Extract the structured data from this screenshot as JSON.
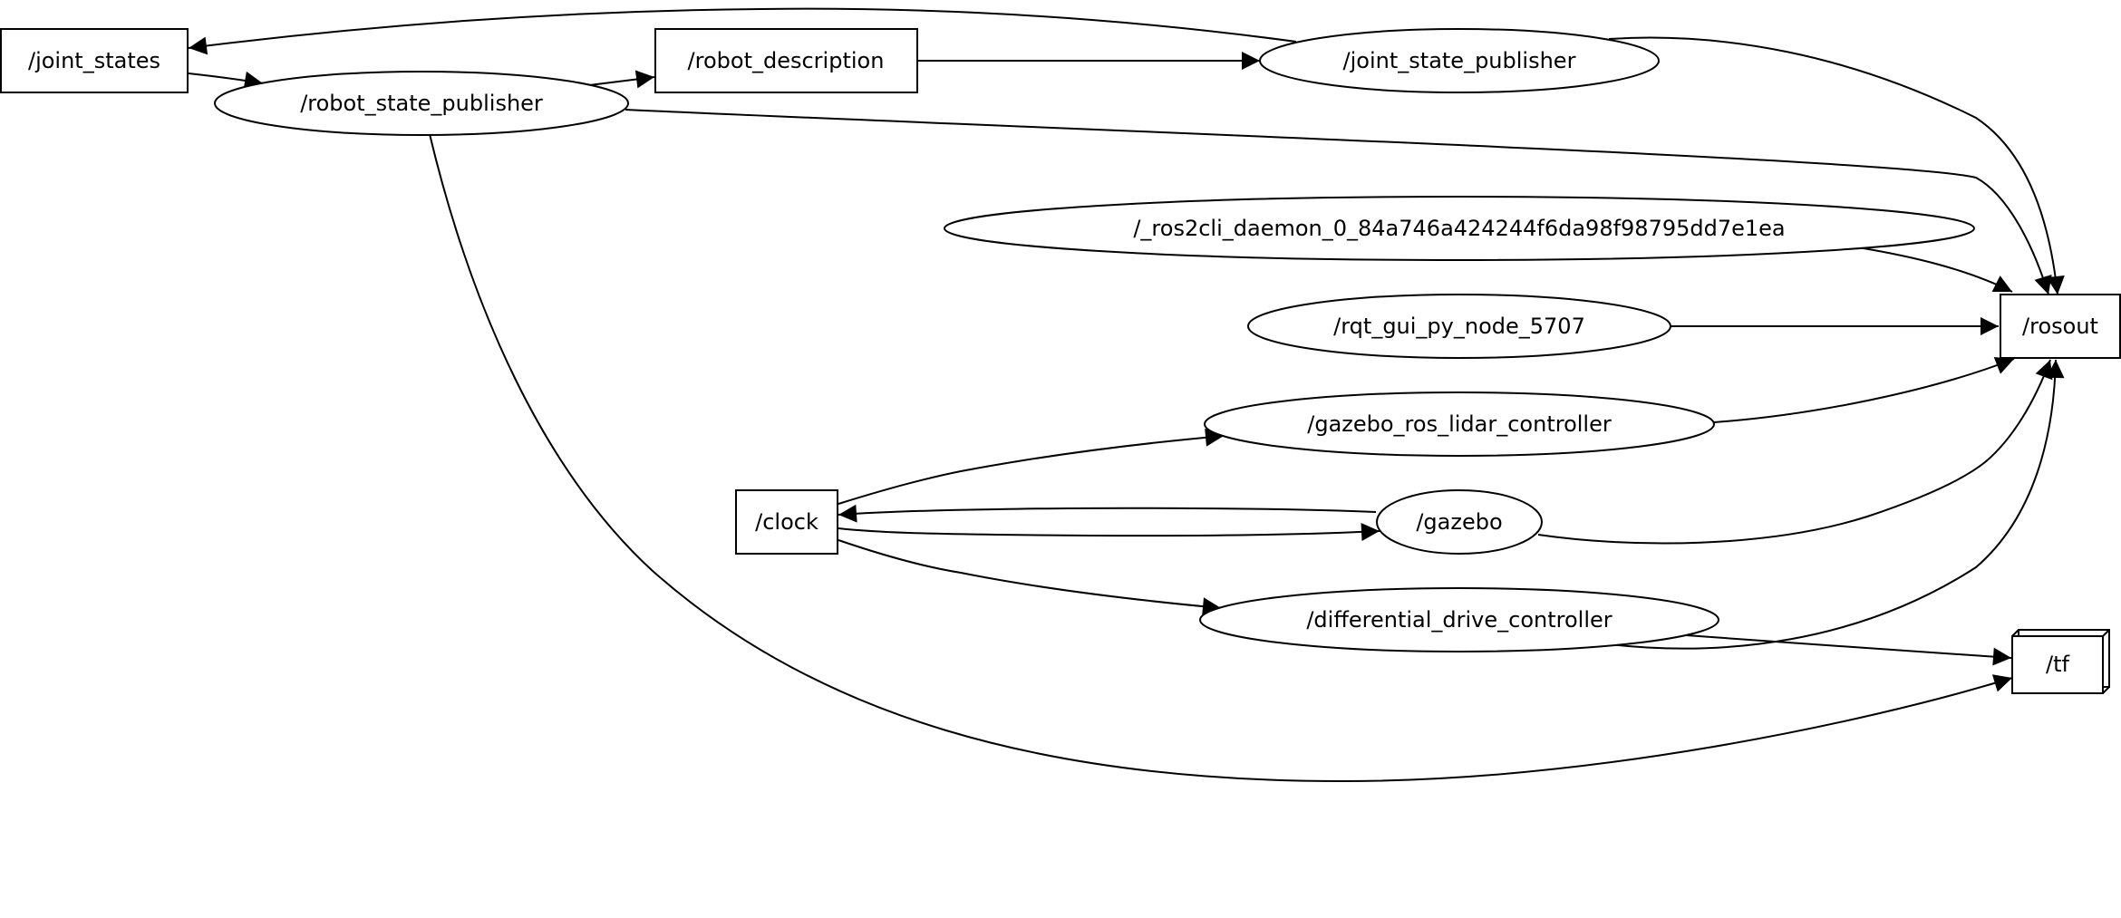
{
  "graph": {
    "nodes": [
      {
        "id": "joint_states",
        "label": "/joint_states",
        "kind": "topic"
      },
      {
        "id": "robot_state_publisher",
        "label": "/robot_state_publisher",
        "kind": "node"
      },
      {
        "id": "robot_description",
        "label": "/robot_description",
        "kind": "topic"
      },
      {
        "id": "joint_state_publisher",
        "label": "/joint_state_publisher",
        "kind": "node"
      },
      {
        "id": "ros2cli_daemon",
        "label": "/_ros2cli_daemon_0_84a746a424244f6da98f98795dd7e1ea",
        "kind": "node"
      },
      {
        "id": "rqt_gui",
        "label": "/rqt_gui_py_node_5707",
        "kind": "node"
      },
      {
        "id": "rosout",
        "label": "/rosout",
        "kind": "topic"
      },
      {
        "id": "gazebo_lidar",
        "label": "/gazebo_ros_lidar_controller",
        "kind": "node"
      },
      {
        "id": "clock",
        "label": "/clock",
        "kind": "topic"
      },
      {
        "id": "gazebo",
        "label": "/gazebo",
        "kind": "node"
      },
      {
        "id": "diff_drive",
        "label": "/differential_drive_controller",
        "kind": "node"
      },
      {
        "id": "tf",
        "label": "/tf",
        "kind": "topic-group"
      }
    ],
    "edges": [
      {
        "from": "joint_state_publisher",
        "to": "joint_states"
      },
      {
        "from": "joint_states",
        "to": "robot_state_publisher"
      },
      {
        "from": "robot_state_publisher",
        "to": "robot_description"
      },
      {
        "from": "robot_description",
        "to": "joint_state_publisher"
      },
      {
        "from": "joint_state_publisher",
        "to": "rosout"
      },
      {
        "from": "robot_state_publisher",
        "to": "rosout"
      },
      {
        "from": "robot_state_publisher",
        "to": "tf"
      },
      {
        "from": "ros2cli_daemon",
        "to": "rosout"
      },
      {
        "from": "rqt_gui",
        "to": "rosout"
      },
      {
        "from": "gazebo_lidar",
        "to": "rosout"
      },
      {
        "from": "clock",
        "to": "gazebo_lidar"
      },
      {
        "from": "gazebo",
        "to": "clock"
      },
      {
        "from": "clock",
        "to": "gazebo"
      },
      {
        "from": "gazebo",
        "to": "rosout"
      },
      {
        "from": "clock",
        "to": "diff_drive"
      },
      {
        "from": "diff_drive",
        "to": "rosout"
      },
      {
        "from": "diff_drive",
        "to": "tf"
      }
    ]
  }
}
